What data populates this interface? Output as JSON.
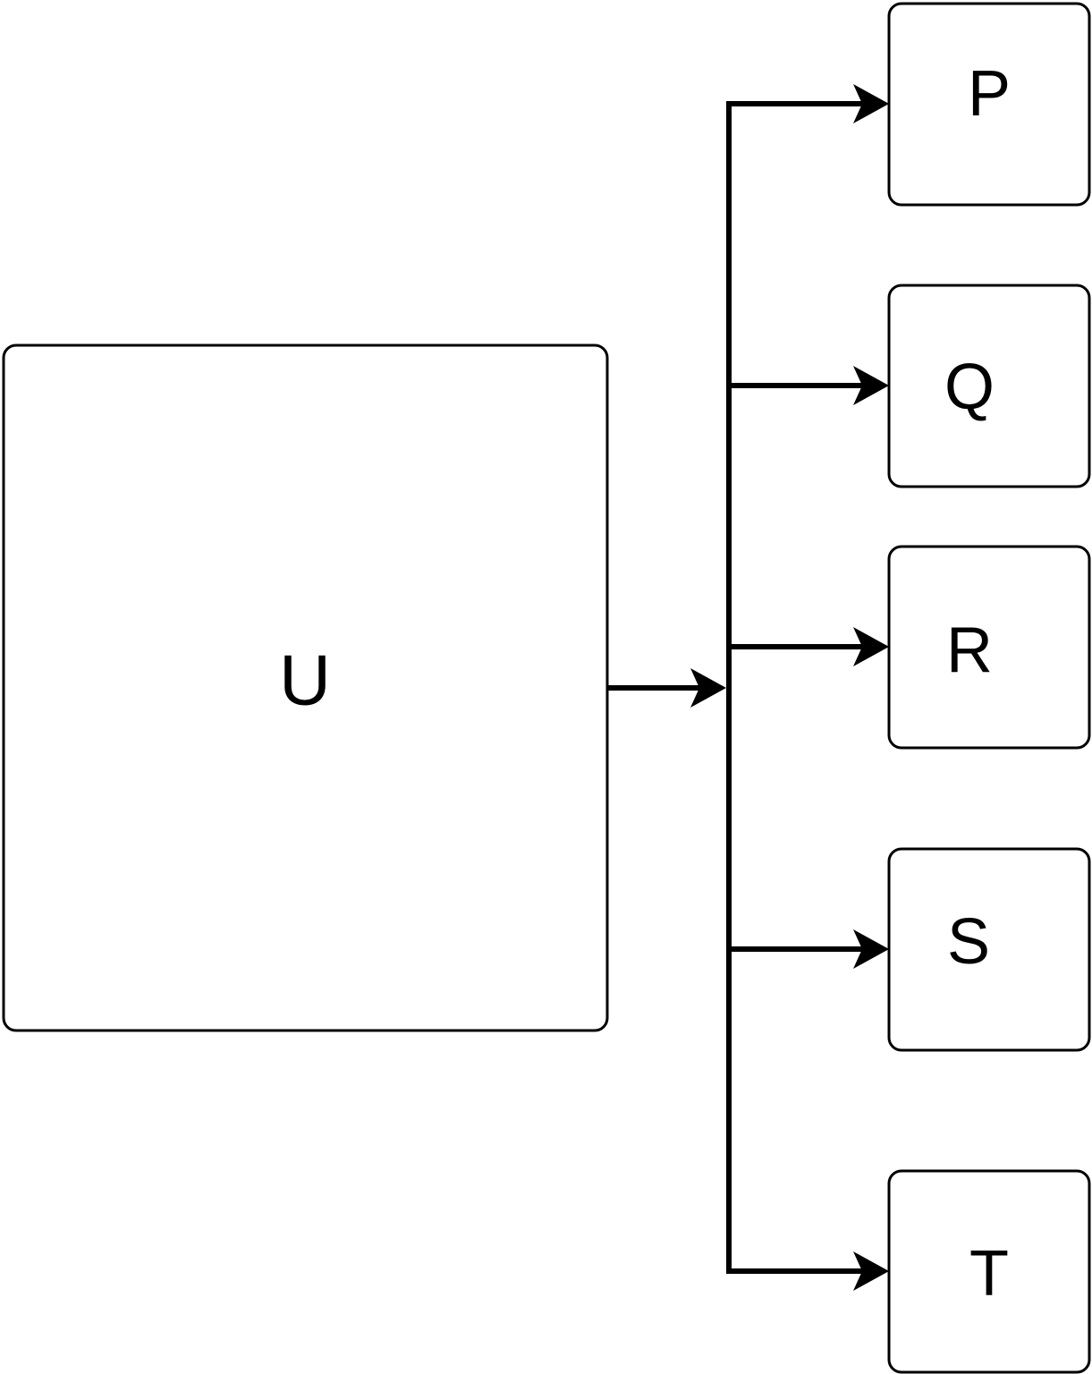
{
  "diagram": {
    "source": {
      "id": "u",
      "label": "U"
    },
    "targets": [
      {
        "id": "p",
        "label": "P"
      },
      {
        "id": "q",
        "label": "Q"
      },
      {
        "id": "r",
        "label": "R"
      },
      {
        "id": "s",
        "label": "S"
      },
      {
        "id": "t",
        "label": "T"
      }
    ],
    "colors": {
      "stroke": "#000000",
      "fill": "#ffffff",
      "text": "#000000"
    }
  }
}
